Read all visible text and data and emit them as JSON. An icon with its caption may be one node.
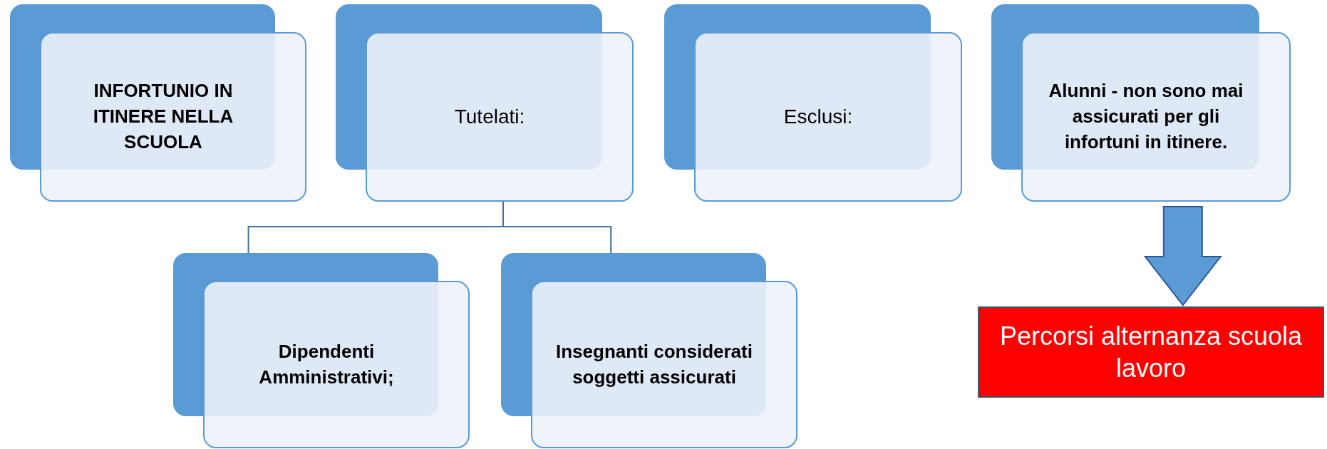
{
  "diagram": {
    "nodes": [
      {
        "text": [
          "INFORTUNIO IN ITINERE NELLA SCUOLA"
        ]
      },
      {
        "text": [
          "Tutelati:"
        ]
      },
      {
        "text": [
          "Esclusi:"
        ]
      },
      {
        "text": [
          "Alunni  - non sono mai assicurati per gli infortuni in itinere."
        ]
      },
      {
        "text": [
          "Dipendenti Amministrativi;"
        ]
      },
      {
        "text": [
          "Insegnanti considerati soggetti assicurati"
        ]
      },
      {
        "text": [
          "Percorsi alternanza scuola lavoro"
        ]
      }
    ],
    "edges": [
      {
        "from": 1,
        "to": 4,
        "arrow": "none"
      },
      {
        "from": 1,
        "to": 5,
        "arrow": "none"
      },
      {
        "from": 3,
        "to": 6,
        "arrow": "to"
      }
    ]
  }
}
